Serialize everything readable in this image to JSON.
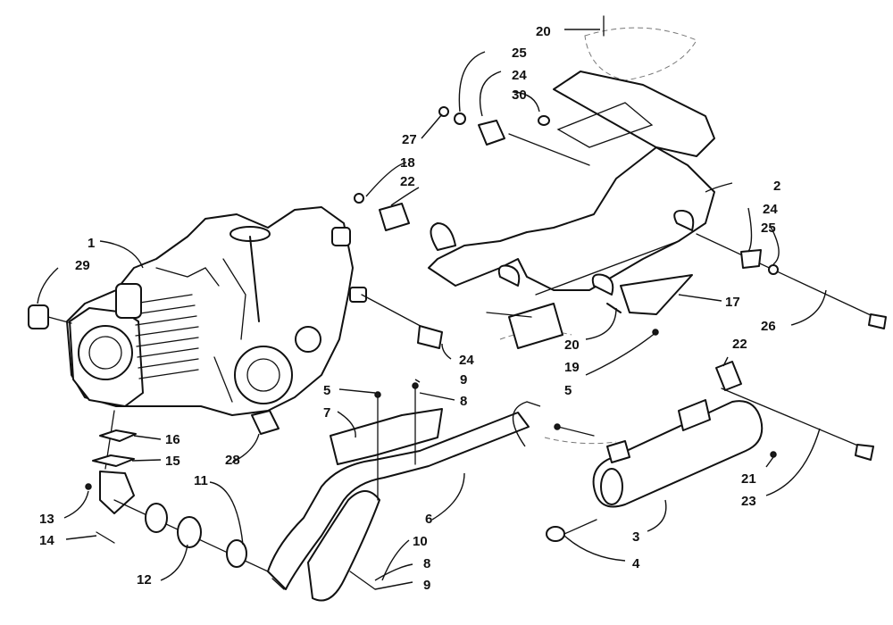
{
  "callouts": {
    "n1": "1",
    "n2": "2",
    "n3": "3",
    "n4": "4",
    "n5a": "5",
    "n5b": "5",
    "n6": "6",
    "n7": "7",
    "n8a": "8",
    "n8b": "8",
    "n9a": "9",
    "n9b": "9",
    "n10": "10",
    "n11": "11",
    "n12": "12",
    "n13": "13",
    "n14": "14",
    "n15": "15",
    "n16": "16",
    "n17": "17",
    "n18": "18",
    "n19": "19",
    "n20a": "20",
    "n20b": "20",
    "n21": "21",
    "n22a": "22",
    "n22b": "22",
    "n23": "23",
    "n24a": "24",
    "n24b": "24",
    "n24c": "24",
    "n25a": "25",
    "n25b": "25",
    "n26": "26",
    "n27": "27",
    "n28": "28",
    "n29": "29",
    "n30": "30"
  }
}
